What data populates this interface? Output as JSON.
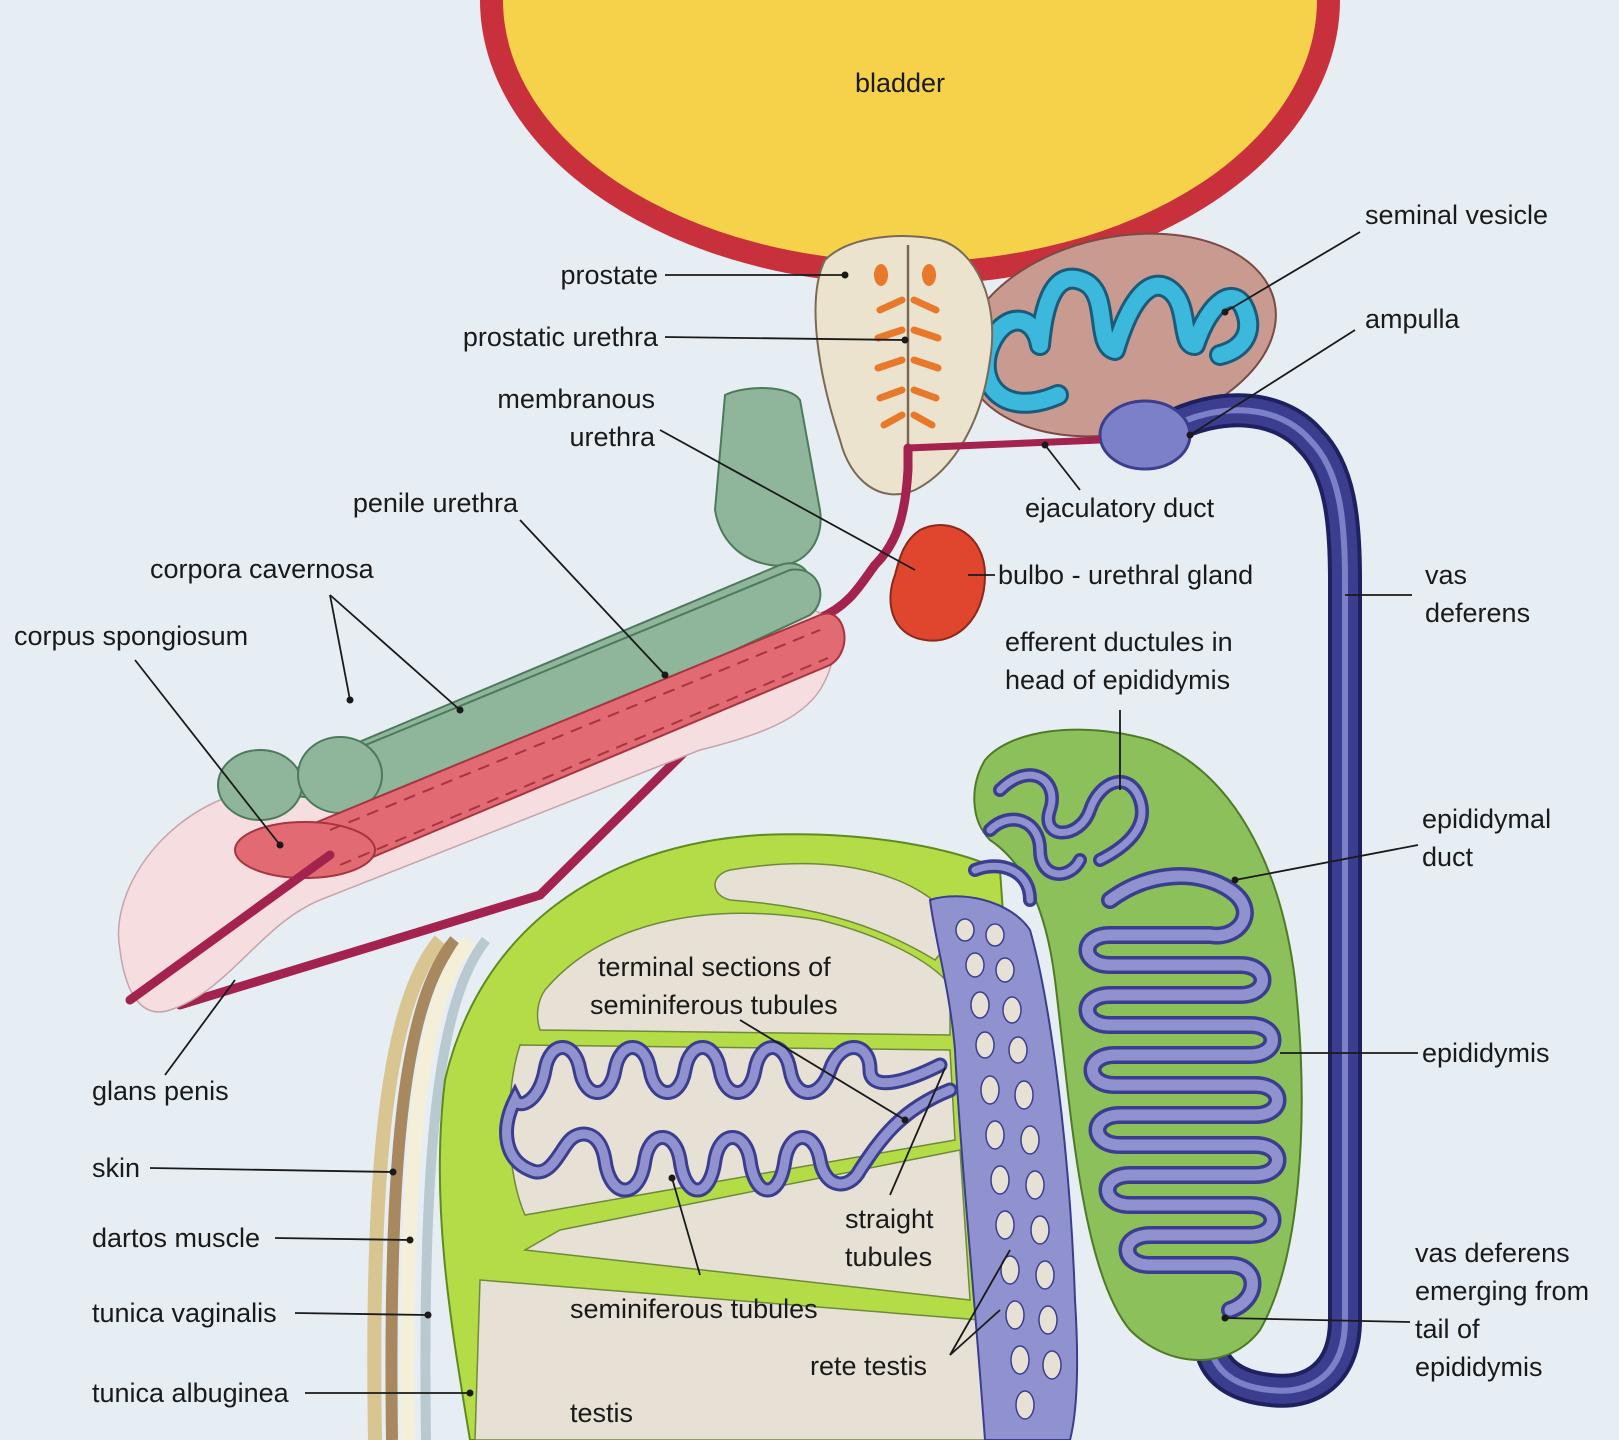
{
  "labels": {
    "bladder": "bladder",
    "prostate": "prostate",
    "prostatic_urethra": "prostatic urethra",
    "membranous": "membranous",
    "urethra": "urethra",
    "penile_urethra": "penile urethra",
    "corpora_cavernosa": "corpora cavernosa",
    "corpus_spongiosum": "corpus spongiosum",
    "glans_penis": "glans penis",
    "skin": "skin",
    "dartos_muscle": "dartos muscle",
    "tunica_vaginalis": "tunica vaginalis",
    "tunica_albuginea": "tunica albuginea",
    "testis": "testis",
    "seminal_vesicle": "seminal vesicle",
    "ampulla": "ampulla",
    "ejaculatory_duct": "ejaculatory duct",
    "bulbo_urethral_gland": "bulbo - urethral gland",
    "vas": "vas",
    "deferens": "deferens",
    "efferent_line1": "efferent ductules in",
    "efferent_line2": "head of epididymis",
    "epididymal": "epididymal",
    "duct": "duct",
    "epididymis": "epididymis",
    "terminal_line1": "terminal sections of",
    "terminal_line2": "seminiferous tubules",
    "seminiferous_tubules": "seminiferous tubules",
    "straight": "straight",
    "tubules": "tubules",
    "rete_testis": "rete testis",
    "vde_line1": "vas deferens",
    "vde_line2": "emerging from",
    "vde_line3": "tail of",
    "vde_line4": "epididymis"
  },
  "colors": {
    "background": "#e6eef4",
    "bladder_fill": "#f6d24a",
    "bladder_wall": "#c8313c",
    "prostate": "#ece3cf",
    "prostate_glands": "#e8782a",
    "seminal_vesicle": "#c99a8f",
    "seminal_tube": "#3bb8dc",
    "vas_deferens": "#3b3e8e",
    "epididymal_duct": "#8f92cf",
    "urethra": "#a3224e",
    "corpora_cavernosa": "#8fb59a",
    "corpus_spongiosum": "#e26a72",
    "glans": "#f6dde0",
    "bulbo_gland": "#e0452e",
    "testis_capsule": "#b4dc46",
    "epididymis": "#8cc05a",
    "testis_lobule": "#e6e1d4"
  }
}
